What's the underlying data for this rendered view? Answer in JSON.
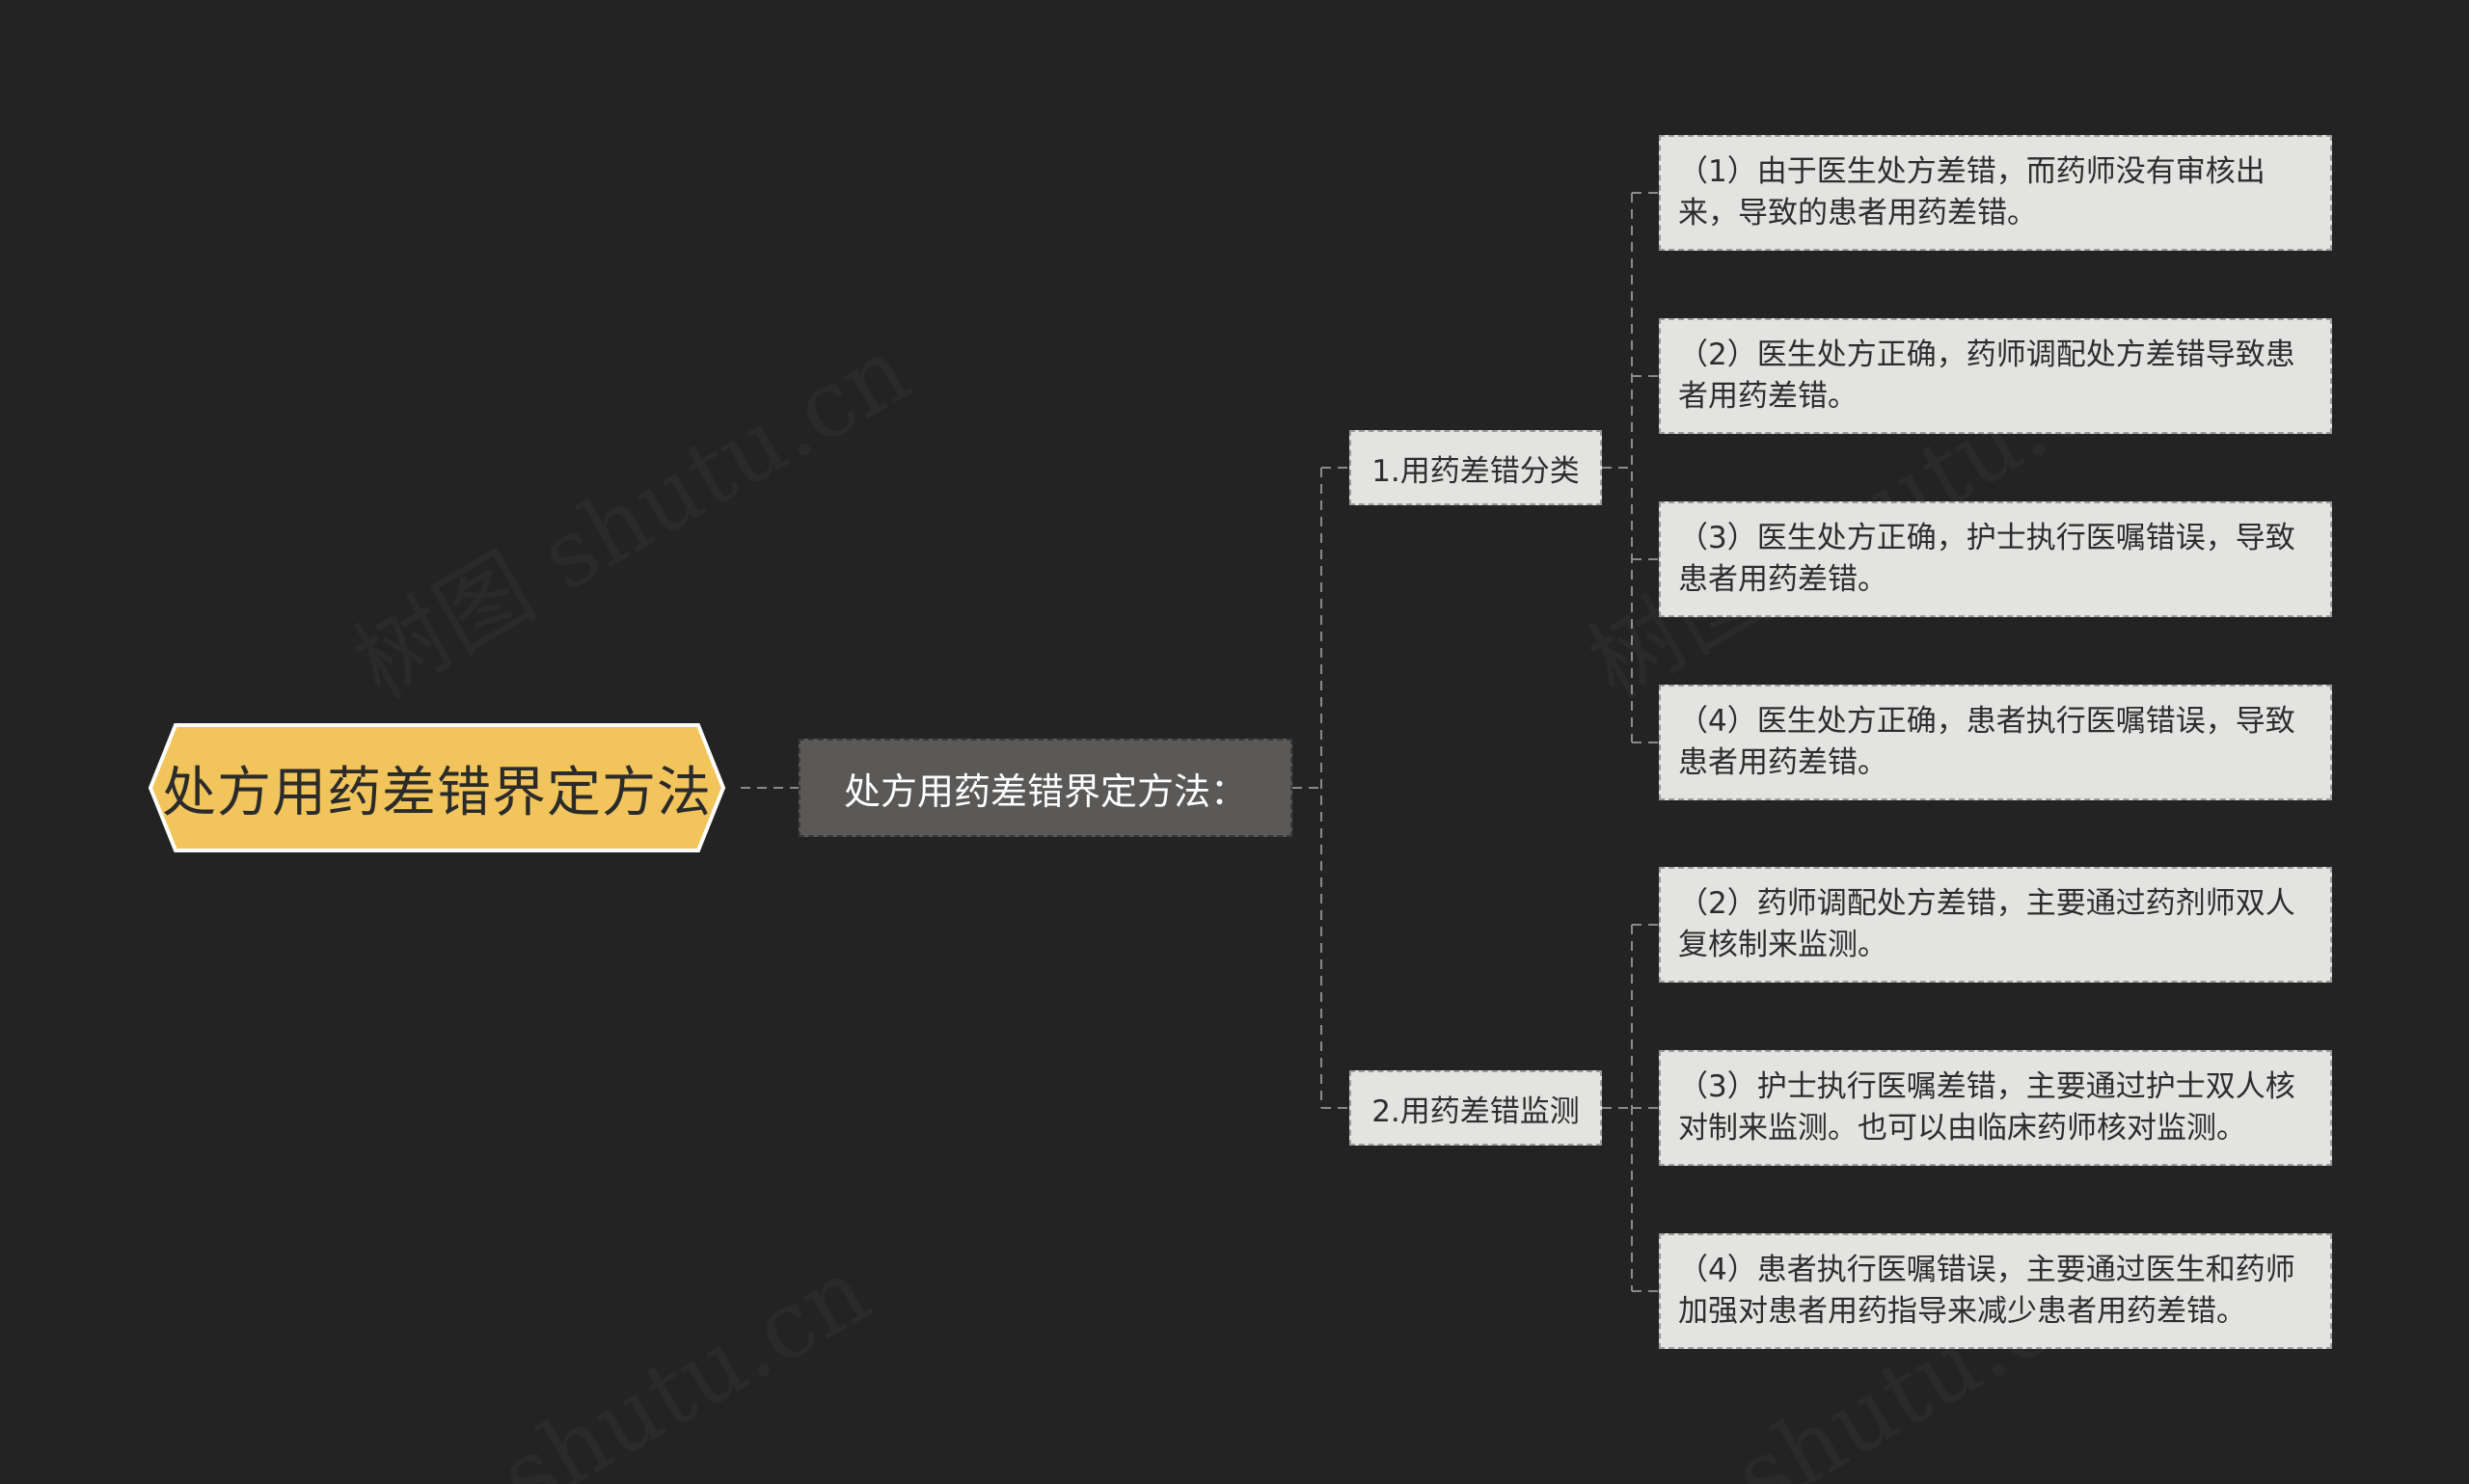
{
  "root": {
    "label": "处方用药差错界定方法"
  },
  "main": {
    "label": "处方用药差错界定方法："
  },
  "branches": [
    {
      "label": "1.用药差错分类",
      "children": [
        "（1）由于医生处方差错，而药师没有审核出来，导致的患者用药差错。",
        "（2）医生处方正确，药师调配处方差错导致患者用药差错。",
        "（3）医生处方正确，护士执行医嘱错误，导致患者用药差错。",
        "（4）医生处方正确，患者执行医嘱错误，导致患者用药差错。"
      ]
    },
    {
      "label": "2.用药差错监测",
      "children": [
        "（2）药师调配处方差错，主要通过药剂师双人复核制来监测。",
        "（3）护士执行医嘱差错，主要通过护士双人核对制来监测。也可以由临床药师核对监测。",
        "（4）患者执行医嘱错误，主要通过医生和药师加强对患者用药指导来减少患者用药差错。"
      ]
    }
  ],
  "watermarks": [
    "树图 shutu.cn",
    "树图 shutu.cn",
    "shutu.cn",
    "shutu.cn"
  ],
  "colors": {
    "background": "#232323",
    "root_fill": "#f2c55c",
    "root_border": "#ffffff",
    "main_fill": "#5b5957",
    "node_fill": "#e3e3e1",
    "connector": "#8a8a88"
  }
}
